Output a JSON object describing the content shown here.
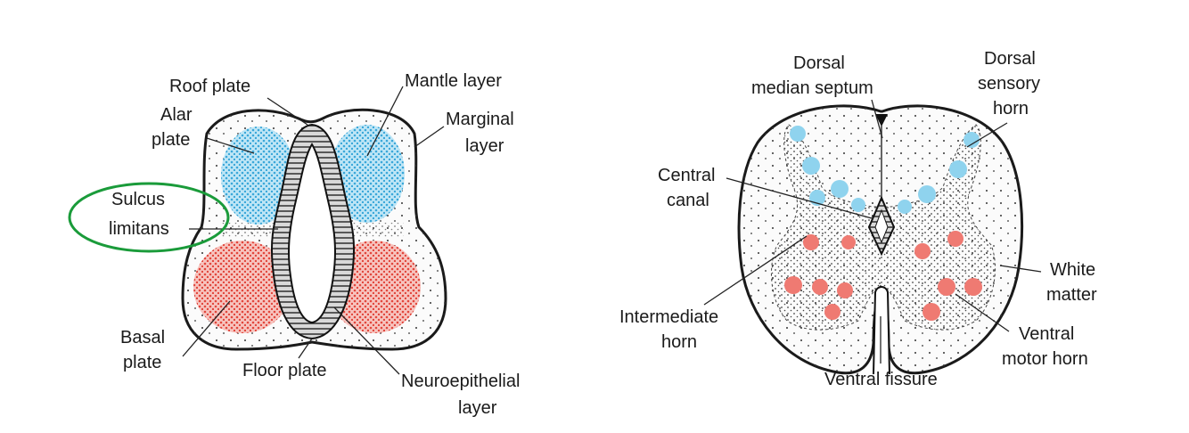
{
  "colors": {
    "alar": "#8fd3ee",
    "basal": "#ef7a72",
    "outline": "#1a1a1a",
    "highlight": "#1a9b3a"
  },
  "left_diagram": {
    "labels": {
      "roof_plate": "Roof plate",
      "alar_plate": [
        "Alar",
        "plate"
      ],
      "sulcus_limitans": [
        "Sulcus",
        "limitans"
      ],
      "basal_plate": [
        "Basal",
        "plate"
      ],
      "floor_plate": "Floor plate",
      "mantle_layer": "Mantle layer",
      "marginal_layer": [
        "Marginal",
        "layer"
      ],
      "neuroepithelial_layer": [
        "Neuroepithelial",
        "layer"
      ]
    }
  },
  "right_diagram": {
    "labels": {
      "dorsal_median_septum": [
        "Dorsal",
        "median septum"
      ],
      "dorsal_sensory_horn": [
        "Dorsal",
        "sensory",
        "horn"
      ],
      "central_canal": [
        "Central",
        "canal"
      ],
      "white_matter": [
        "White",
        "matter"
      ],
      "intermediate_horn": [
        "Intermediate",
        "horn"
      ],
      "ventral_motor_horn": [
        "Ventral",
        "motor horn"
      ],
      "ventral_fissure": "Ventral fissure"
    }
  }
}
